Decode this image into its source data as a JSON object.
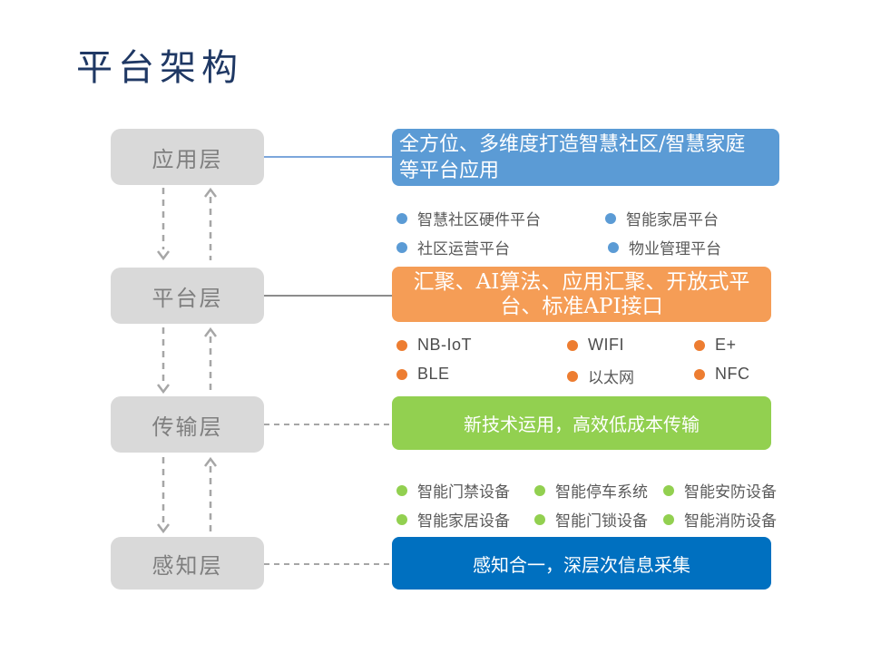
{
  "slide": {
    "title": "平台架构"
  },
  "colors": {
    "title_navy": "#1F3864",
    "layer_box_bg": "#D9D9D9",
    "layer_box_text": "#7F7F7F",
    "application_accent": "#5B9BD5",
    "platform_box": "#F59D56",
    "platform_bullet": "#ED7D31",
    "transport_accent": "#92D050",
    "perception_accent": "#0070C0",
    "list_text": "#595959",
    "connector_solid_blue": "#7CA6DB",
    "connector_solid_gray": "#8C8C8C",
    "connector_dashed_gray": "#A6A6A6"
  },
  "layers": [
    {
      "label": "应用层",
      "box_lines": [
        "全方位、多维度打造智慧社区/智慧家庭",
        "等平台应用"
      ],
      "items": [
        "智慧社区硬件平台",
        "智能家居平台",
        "社区运营平台",
        "物业管理平台"
      ]
    },
    {
      "label": "平台层",
      "box_lines": [
        "汇聚、AI算法、应用汇聚、开放式平",
        "台、标准API接口"
      ],
      "items": [
        "NB-IoT",
        "WIFI",
        "E+",
        "BLE",
        "以太网",
        "NFC"
      ]
    },
    {
      "label": "传输层",
      "box_lines": [
        "新技术运用，高效低成本传输"
      ],
      "items": [
        "智能门禁设备",
        "智能停车系统",
        "智能安防设备",
        "智能家居设备",
        "智能门锁设备",
        "智能消防设备"
      ]
    },
    {
      "label": "感知层",
      "box_lines": [
        "感知合一，深层次信息采集"
      ],
      "items": []
    }
  ]
}
